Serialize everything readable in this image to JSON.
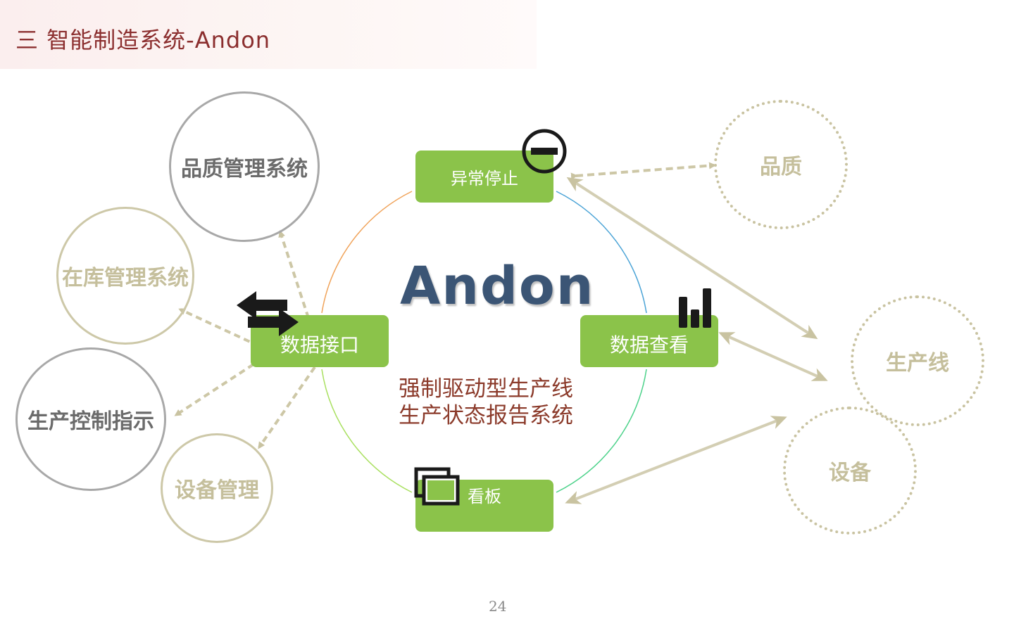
{
  "title": "三 智能制造系统-Andon",
  "center": {
    "title": "Andon",
    "subtitle_line1": "强制驱动型生产线",
    "subtitle_line2": "生产状态报告系统"
  },
  "boxes": {
    "abnormal_stop": "异常停止",
    "data_interface": "数据接口",
    "data_view": "数据查看",
    "kanban": "看板"
  },
  "left_circles": {
    "quality_system": "品质管理系统",
    "inventory_system": "在库管理系统",
    "production_control": "生产控制指示",
    "equipment_management": "设备管理"
  },
  "right_circles": {
    "quality": "品质",
    "production_line": "生产线",
    "equipment": "设备"
  },
  "page_number": "24",
  "colors": {
    "box_green": "#8bc34a",
    "title_red": "#8b2e2e",
    "andon_blue": "#3b5575",
    "arrow_tan": "#c9c3a1"
  },
  "icons": {
    "abnormal_stop": "stop-icon",
    "data_interface": "exchange-arrows-icon",
    "data_view": "bar-chart-icon",
    "kanban": "monitor-icon"
  }
}
